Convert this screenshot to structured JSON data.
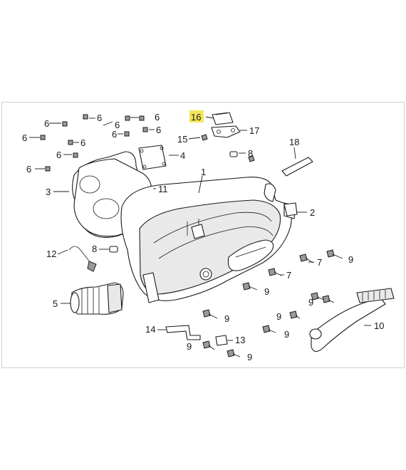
{
  "figure": {
    "callouts": {
      "c1": "1",
      "c2": "2",
      "c3": "3",
      "c4": "4",
      "c5": "5",
      "c6a": "6",
      "c6b": "6",
      "c6c": "6",
      "c6d": "6",
      "c6e": "6",
      "c6f": "6",
      "c6g": "6",
      "c6h": "6",
      "c6i": "6",
      "c7a": "7",
      "c7b": "7",
      "c8a": "8",
      "c8b": "8",
      "c9a": "9",
      "c9b": "9",
      "c9c": "9",
      "c9d": "9",
      "c9e": "9",
      "c9f": "9",
      "c9g": "9",
      "c10": "10",
      "c11": "11",
      "c12": "12",
      "c13": "13",
      "c14": "14",
      "c15": "15",
      "c16": "16",
      "c17": "17",
      "c18": "18"
    },
    "highlight_color": "#f3e65a",
    "highlighted_part": "16"
  }
}
